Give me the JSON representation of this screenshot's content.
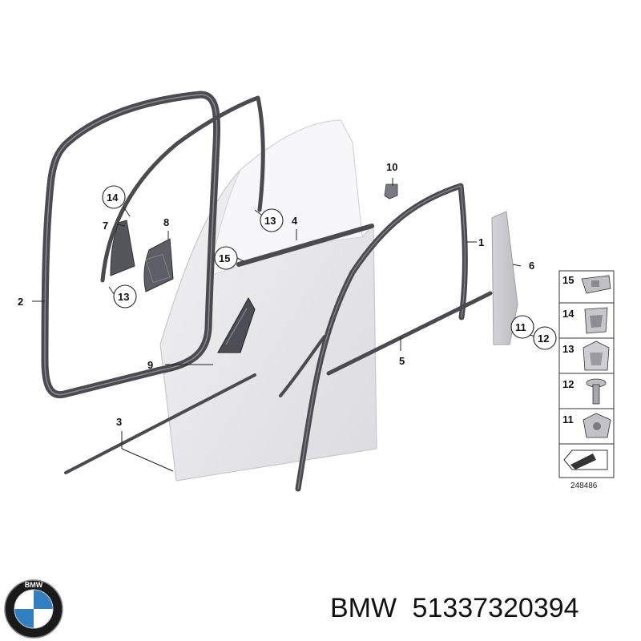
{
  "callouts": {
    "c1": "1",
    "c2": "2",
    "c3": "3",
    "c4": "4",
    "c5": "5",
    "c6": "6",
    "c7": "7",
    "c8": "8",
    "c9": "9",
    "c10": "10",
    "c11": "11",
    "c12": "12",
    "c13a": "13",
    "c13b": "13",
    "c14": "14",
    "c15": "15"
  },
  "legend": {
    "items": [
      "15",
      "14",
      "13",
      "12",
      "11"
    ],
    "ref_number": "248486"
  },
  "logo": {
    "brand_letters": "BMW"
  },
  "caption": {
    "brand": "BMW",
    "part_number": "51337320394"
  },
  "colors": {
    "seal": "#4a4a4f",
    "door_panel": "#e9e9ec",
    "logo_blue": "#2f7fc1"
  }
}
